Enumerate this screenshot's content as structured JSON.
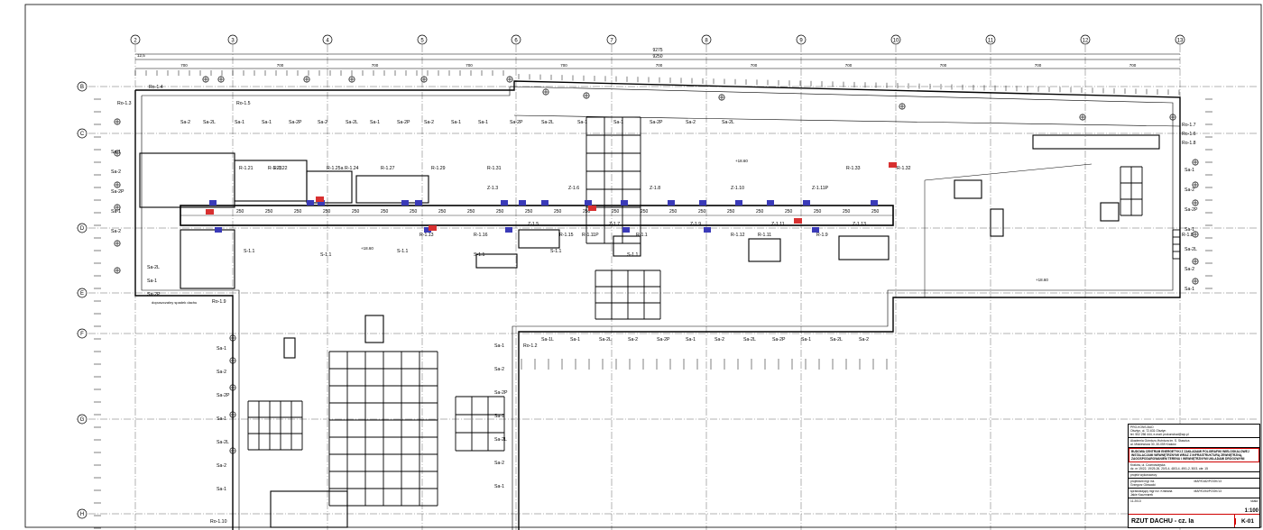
{
  "axes": {
    "columns": [
      "2",
      "3",
      "4",
      "5",
      "6",
      "7",
      "8",
      "9",
      "10",
      "11",
      "12",
      "13"
    ],
    "rows": [
      "B",
      "C",
      "D",
      "E",
      "F",
      "G",
      "H"
    ]
  },
  "dimensions": {
    "overall_top": "9275",
    "overall_second": "9250",
    "bay": "700",
    "start": "12,5"
  },
  "labels": {
    "top_row": [
      "Sa-2",
      "Sa-2L",
      "Sa-1",
      "Sa-1",
      "Sa-2P",
      "Sa-2",
      "Sa-2L",
      "Sa-1",
      "Sa-2P",
      "Sa-2",
      "Sa-1",
      "Sa-1",
      "Sa-2P",
      "Sa-2L",
      "Sa-1",
      "Sa-1",
      "Sa-2P",
      "Sa-2",
      "Sa-2L"
    ],
    "beam_row1": [
      "R-1.21",
      "R-1.22",
      "R-1.23",
      "R-1.25a",
      "R-1.24",
      "R-1.27",
      "R-1.29",
      "R-1.31",
      "R-1.33",
      "R-1.32"
    ],
    "beam_row2": [
      "R-1.13",
      "R-1.16",
      "R-1.15",
      "R-1.11P",
      "R-1.1",
      "R-1.12",
      "R-1.11",
      "R-1.9",
      "R-1.8"
    ],
    "sa_left": [
      "Sa-1",
      "Sa-2",
      "Sa-2P",
      "Sa-1",
      "Sa-2",
      "Sa-2L",
      "Sa-1",
      "Sa-2P"
    ],
    "sa_right": [
      "Sa-1",
      "Sa-2",
      "Sa-2P",
      "Sa-1",
      "Sa-2L",
      "Sa-2",
      "Sa-1"
    ],
    "z_labels": [
      "Z-1.3",
      "Z-1.5",
      "Z-1.6",
      "Z-1.7",
      "Z-1.8",
      "Z-1.9",
      "Z-1.10",
      "Z-1.11",
      "Z-1.11P",
      "Z-1.13"
    ],
    "s_labels": [
      "S-1.1",
      "S-1.1",
      "S-1.1",
      "S-1.1",
      "S-1.1",
      "S-1.1"
    ],
    "ro_labels": [
      "Ro-1.3",
      "Ro-1.5",
      "Ro-1.4",
      "Ro-1.7",
      "Ro-1.6",
      "Ro-1.8",
      "Ro-1.9",
      "Ro-1.2",
      "Ro-1.10"
    ],
    "span_250": "250",
    "note": "dopuszczalny spadek dachu",
    "level": "+18.60"
  },
  "title_block": {
    "firm": "PRO-KONS-BUD",
    "firm_addr": "Olsztyn, ul. 72-631 Olsztyn",
    "firm_contact": "tel. 502 256 444, e-mail: prokonsbud@wp.pl",
    "investor": "Akademia Górniczo-Hutnicza im. S. Staszica",
    "investor_addr": "al. Mickiewicza 30, 30-059 Kraków",
    "project_label": "BUDOWA CENTRUM ENERGETYKI Z ZAKŁADAMI POLIGRAFIKI WIELOSKALOWEJ",
    "project_2": "INSTALACJAMI WEWNĘTRZNYMI WRAZ Z INFRASTRUKTURĄ ZEWNĘTRZNĄ,",
    "project_3": "ZAGOSPODAROWANIEM TERENU I WEWNĘTRZNYMI UKŁADAMI DROGOWYMI",
    "location": "Kraków, ul. Czarnowiejska",
    "plots": "dz. nr 19/22, 19/25-26, 20/3-4, 48/3-4, 49/1-2, 50/3, obr. 15",
    "stage": "projekt wykonawczy",
    "designer_role": "projektant",
    "designer": "mgr inż.",
    "designer_name": "Grzegorz Głowacki",
    "designer_no": "MAP/0182/POOK/13",
    "checker_role": "sprawdzający",
    "checker": "mgr inż. Kristiana",
    "checker_name": "Jakie Kaczmarek",
    "checker_no": "MAP/0194/POOK/13",
    "date": "11.2013",
    "scale_label": "skala",
    "scale": "1:100",
    "drawing_title": "RZUT DACHU - cz. Ia",
    "drawing_no": "K-01"
  }
}
